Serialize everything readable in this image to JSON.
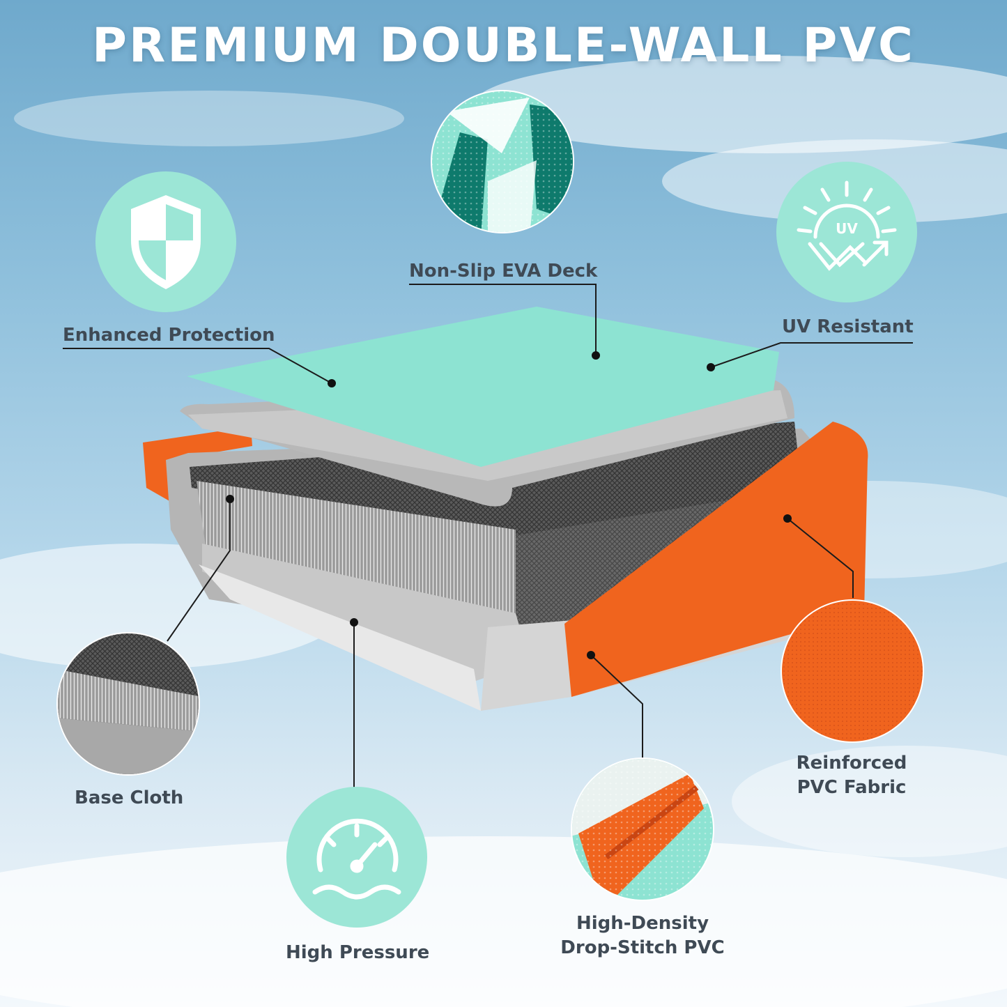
{
  "title": "PREMIUM DOUBLE-WALL PVC",
  "uv_icon_text": "UV",
  "features": {
    "deck": "Non-Slip EVA Deck",
    "protection": "Enhanced Protection",
    "uv": "UV Resistant",
    "base_cloth": "Base Cloth",
    "pressure": "High Pressure",
    "drop_stitch": [
      "High-Density",
      "Drop-Stitch PVC"
    ],
    "reinforced": [
      "Reinforced",
      "PVC Fabric"
    ]
  },
  "colors": {
    "mint": "#8de3d2",
    "orange": "#f0641e",
    "gray": "#bdbdbd",
    "dark_teal": "#0e7a6c",
    "label_text": "#3f4a55",
    "white": "#ffffff"
  },
  "icons": [
    "shield-icon",
    "uv-sun-icon",
    "pressure-gauge-icon"
  ]
}
